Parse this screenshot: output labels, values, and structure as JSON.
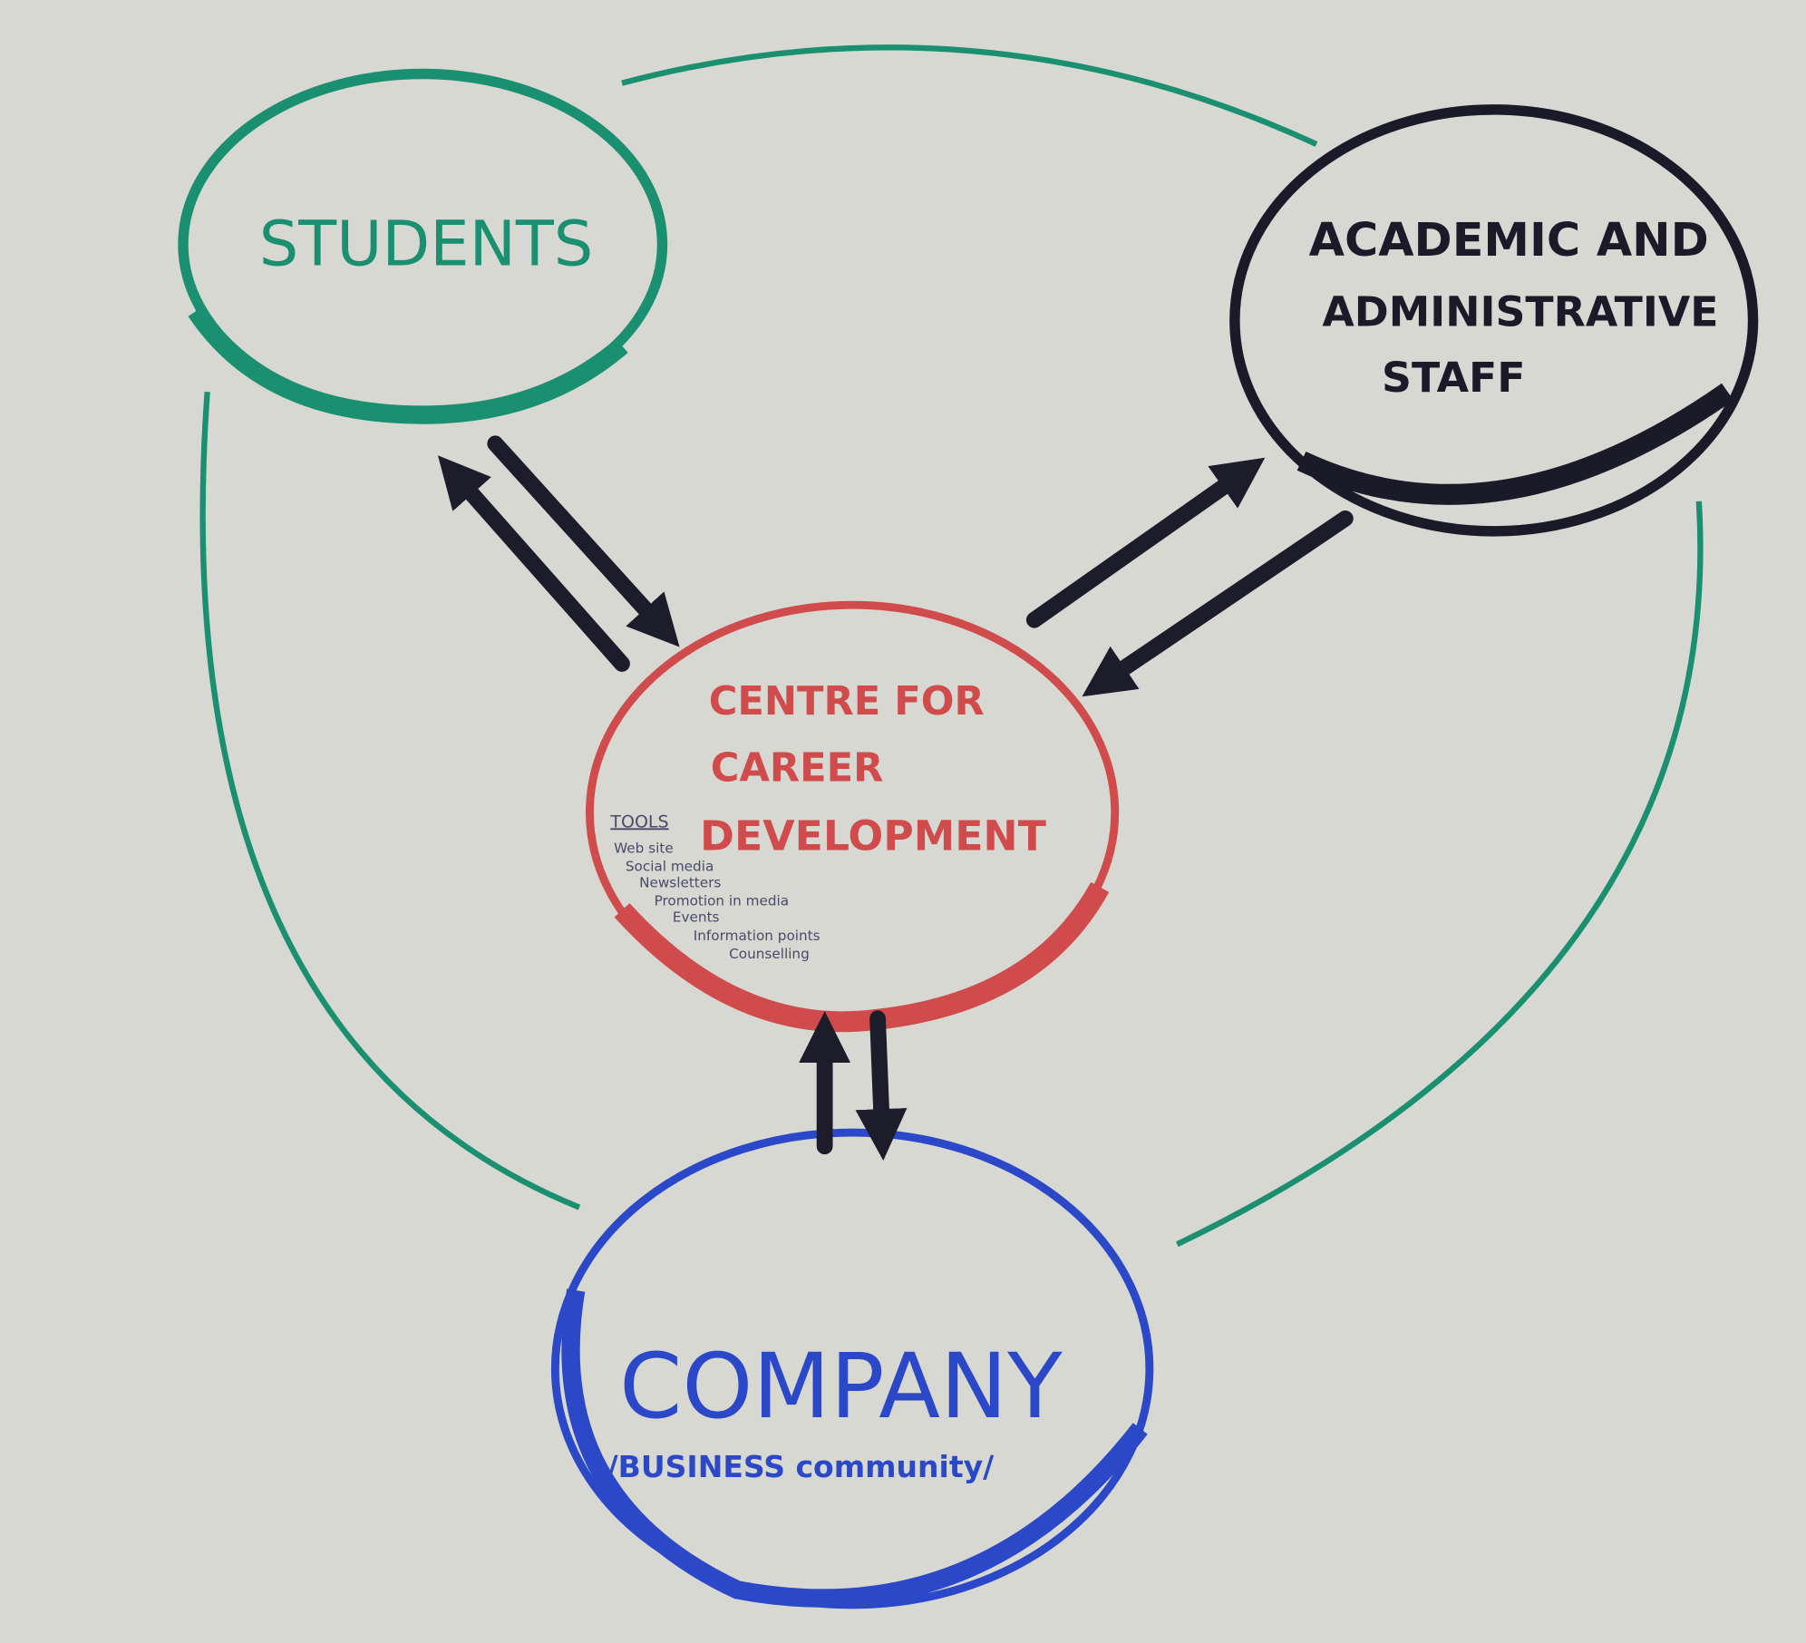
{
  "nodes": {
    "students": {
      "label": "STUDENTS",
      "color": "#1a9070"
    },
    "staff": {
      "lines": [
        "ACADEMIC AND",
        "ADMINISTRATIVE",
        "STAFF"
      ],
      "color": "#1a1a28"
    },
    "centre": {
      "lines": [
        "CENTRE FOR",
        "CAREER",
        "DEVELOPMENT"
      ],
      "color": "#d04c4c"
    },
    "company": {
      "label": "COMPANY",
      "sublabel": "/BUSINESS community/",
      "color": "#2a48c8"
    }
  },
  "tools": {
    "title": "TOOLS",
    "items": [
      "Web site",
      "Social media",
      "Newsletters",
      "Promotion in media",
      "Events",
      "Information points",
      "Counselling"
    ]
  },
  "colors": {
    "paper": "#d6d6d0",
    "arrow": "#1c1c2a",
    "link": "#1a9070"
  }
}
